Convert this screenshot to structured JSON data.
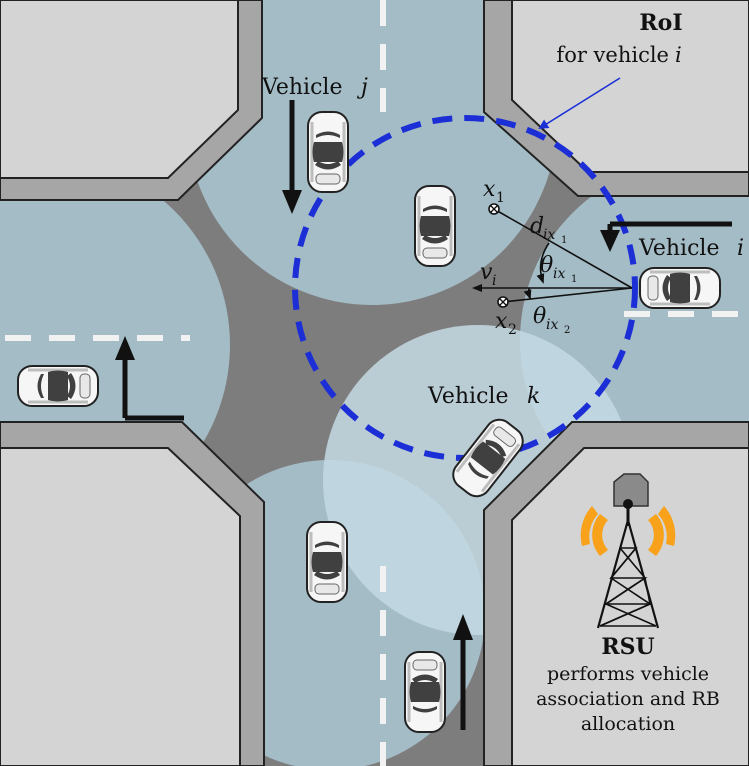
{
  "roi": {
    "title": "RoI",
    "subtitle_prefix": "for vehicle",
    "subtitle_var": "i"
  },
  "vehicles": {
    "j": {
      "prefix": "Vehicle",
      "var": "j"
    },
    "i": {
      "prefix": "Vehicle",
      "var": "i"
    },
    "k": {
      "prefix": "Vehicle",
      "var": "k"
    }
  },
  "math": {
    "x1": {
      "base": "x",
      "sub": "1"
    },
    "x2": {
      "base": "x",
      "sub": "2"
    },
    "d": {
      "base": "d",
      "sub": "ix",
      "subsub": "1"
    },
    "theta1": {
      "base": "θ",
      "sub": "ix",
      "subsub": "1"
    },
    "theta2": {
      "base": "θ",
      "sub": "ix",
      "subsub": "2"
    },
    "v": {
      "base": "v",
      "sub": "i"
    }
  },
  "rsu": {
    "title": "RSU",
    "lines": [
      "performs vehicle",
      "association and RB",
      "allocation"
    ]
  },
  "colors": {
    "block": "#d4d4d4",
    "sidewalk": "#a6a6a6",
    "road": "#7d7d7d",
    "coverage": "#a4bcc6",
    "coverage_light": "#c4dbe4",
    "roi_circle": "#1c2fd6",
    "roi_arrow": "#1c2fd6",
    "rsu_signal": "#f7a21a",
    "car_body": "#f6f6f6",
    "car_window": "#404040"
  }
}
